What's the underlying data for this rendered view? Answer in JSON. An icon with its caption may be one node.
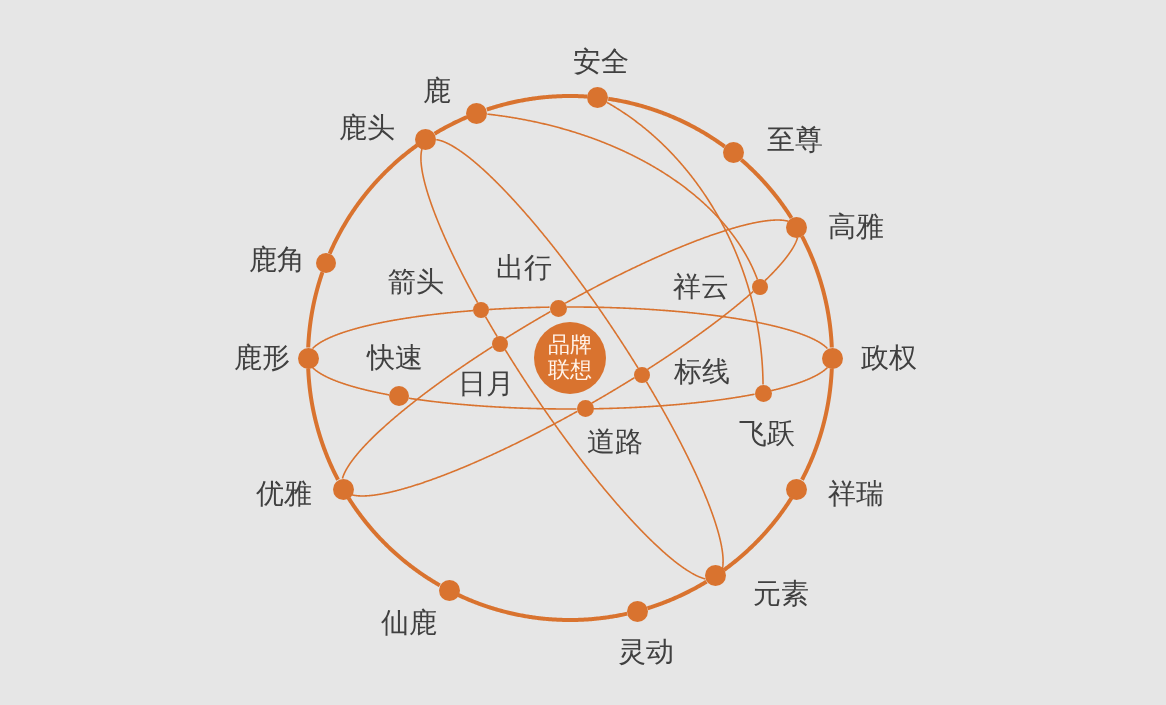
{
  "diagram": {
    "nodes": [
      {
        "text": [],
        "shape": "circle",
        "beside": [
          "安全"
        ]
      },
      {
        "text": [],
        "shape": "circle",
        "beside": [
          "鹿"
        ]
      },
      {
        "text": [],
        "shape": "circle",
        "beside": [
          "鹿头"
        ]
      },
      {
        "text": [],
        "shape": "circle",
        "beside": [
          "至尊"
        ]
      },
      {
        "text": [],
        "shape": "circle",
        "beside": [
          "高雅"
        ]
      },
      {
        "text": [],
        "shape": "circle",
        "beside": [
          "鹿角"
        ]
      },
      {
        "text": [],
        "shape": "circle",
        "beside": [
          "祥云"
        ]
      },
      {
        "text": [],
        "shape": "circle",
        "beside": [
          "出行"
        ]
      },
      {
        "text": [],
        "shape": "circle",
        "beside": [
          "箭头"
        ]
      },
      {
        "text": [],
        "shape": "circle",
        "beside": [
          "日月"
        ]
      },
      {
        "text": [],
        "shape": "circle",
        "beside": [
          "鹿形"
        ]
      },
      {
        "text": [
          "品牌联想"
        ]
      },
      {
        "text": [],
        "shape": "circle",
        "beside": [
          "政权"
        ]
      },
      {
        "text": [],
        "shape": "circle",
        "beside": [
          "标线"
        ]
      },
      {
        "text": [],
        "shape": "circle",
        "beside": [
          "快速"
        ]
      },
      {
        "text": [],
        "shape": "circle",
        "beside": [
          "飞跃"
        ]
      },
      {
        "text": [],
        "shape": "circle",
        "beside": [
          "道路"
        ]
      },
      {
        "text": [],
        "shape": "circle",
        "beside": [
          "优雅"
        ]
      },
      {
        "text": [],
        "shape": "circle",
        "beside": [
          "祥瑞"
        ]
      },
      {
        "text": [],
        "shape": "circle",
        "beside": [
          "元素"
        ]
      },
      {
        "text": [],
        "shape": "circle",
        "beside": [
          "仙鹿"
        ]
      },
      {
        "text": [],
        "shape": "circle",
        "beside": [
          "灵动"
        ]
      }
    ],
    "edges": [
      {
        "from": 0,
        "to": 3,
        "arrow": "none",
        "style": "thick"
      },
      {
        "from": 3,
        "to": 4,
        "arrow": "none",
        "style": "thick"
      },
      {
        "from": 4,
        "to": 12,
        "arrow": "none",
        "style": "thick"
      },
      {
        "from": 12,
        "to": 18,
        "arrow": "none",
        "style": "thick"
      },
      {
        "from": 18,
        "to": 19,
        "arrow": "none",
        "style": "thick"
      },
      {
        "from": 19,
        "to": 21,
        "arrow": "none",
        "style": "thick"
      },
      {
        "from": 21,
        "to": 20,
        "arrow": "none",
        "style": "thick"
      },
      {
        "from": 20,
        "to": 17,
        "arrow": "none",
        "style": "thick"
      },
      {
        "from": 17,
        "to": 10,
        "arrow": "none",
        "style": "thick"
      },
      {
        "from": 10,
        "to": 5,
        "arrow": "none",
        "style": "thick"
      },
      {
        "from": 5,
        "to": 2,
        "arrow": "none",
        "style": "thick"
      },
      {
        "from": 2,
        "to": 1,
        "arrow": "none",
        "style": "thick"
      },
      {
        "from": 1,
        "to": 0,
        "arrow": "none",
        "style": "thick"
      },
      {
        "from": 10,
        "to": 8,
        "arrow": "none"
      },
      {
        "from": 8,
        "to": 7,
        "arrow": "none"
      },
      {
        "from": 7,
        "to": 12,
        "arrow": "none"
      },
      {
        "from": 12,
        "to": 15,
        "arrow": "none"
      },
      {
        "from": 15,
        "to": 16,
        "arrow": "none"
      },
      {
        "from": 16,
        "to": 14,
        "arrow": "none"
      },
      {
        "from": 14,
        "to": 10,
        "arrow": "none"
      },
      {
        "from": 17,
        "to": 9,
        "arrow": "none"
      },
      {
        "from": 9,
        "to": 7,
        "arrow": "none"
      },
      {
        "from": 7,
        "to": 4,
        "arrow": "none"
      },
      {
        "from": 4,
        "to": 6,
        "arrow": "none"
      },
      {
        "from": 6,
        "to": 13,
        "arrow": "none"
      },
      {
        "from": 13,
        "to": 16,
        "arrow": "none"
      },
      {
        "from": 16,
        "to": 17,
        "arrow": "none"
      },
      {
        "from": 2,
        "to": 8,
        "arrow": "none"
      },
      {
        "from": 8,
        "to": 9,
        "arrow": "none"
      },
      {
        "from": 9,
        "to": 19,
        "arrow": "none"
      },
      {
        "from": 19,
        "to": 13,
        "arrow": "none"
      },
      {
        "from": 13,
        "to": 2,
        "arrow": "none"
      },
      {
        "from": 1,
        "to": 6,
        "arrow": "none"
      },
      {
        "from": 0,
        "to": 15,
        "arrow": "none"
      }
    ]
  }
}
